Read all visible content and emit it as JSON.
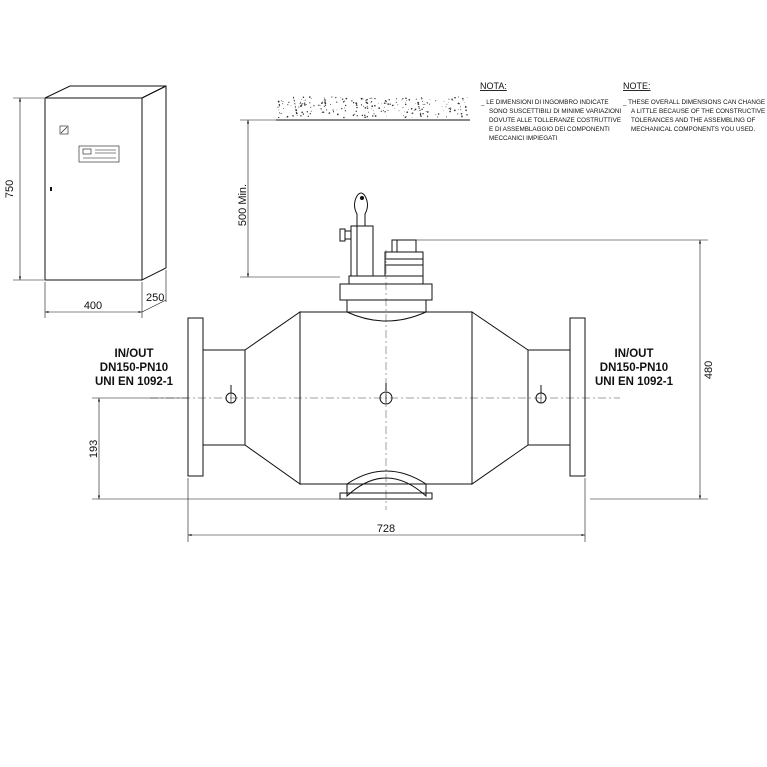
{
  "cabinet": {
    "height_label": "750",
    "width_label": "400",
    "depth_label": "250"
  },
  "device": {
    "min_clearance_label": "500 Min.",
    "height_label": "480",
    "length_label": "728",
    "axis_height_label": "193",
    "inlet": {
      "line1": "IN/OUT",
      "line2": "DN150-PN10",
      "line3": "UNI EN 1092-1"
    },
    "outlet": {
      "line1": "IN/OUT",
      "line2": "DN150-PN10",
      "line3": "UNI EN 1092-1"
    }
  },
  "note_it": {
    "title": "NOTA:",
    "lines": [
      "_ LE DIMENSIONI DI INGOMBRO INDICATE",
      "SONO SUSCETTIBILI DI MINIME VARIAZIONI",
      "DOVUTE ALLE TOLLERANZE COSTRUTTIVE",
      "E DI ASSEMBLAGGIO DEI COMPONENTI",
      "MECCANICI IMPIEGATI"
    ]
  },
  "note_en": {
    "title": "NOTE:",
    "lines": [
      "_ THESE OVERALL DIMENSIONS CAN CHANGE",
      "A LITTLE BECAUSE OF THE CONSTRUCTIVE",
      "TOLERANCES AND THE ASSEMBLING OF",
      "MECHANICAL COMPONENTS YOU USED."
    ]
  }
}
